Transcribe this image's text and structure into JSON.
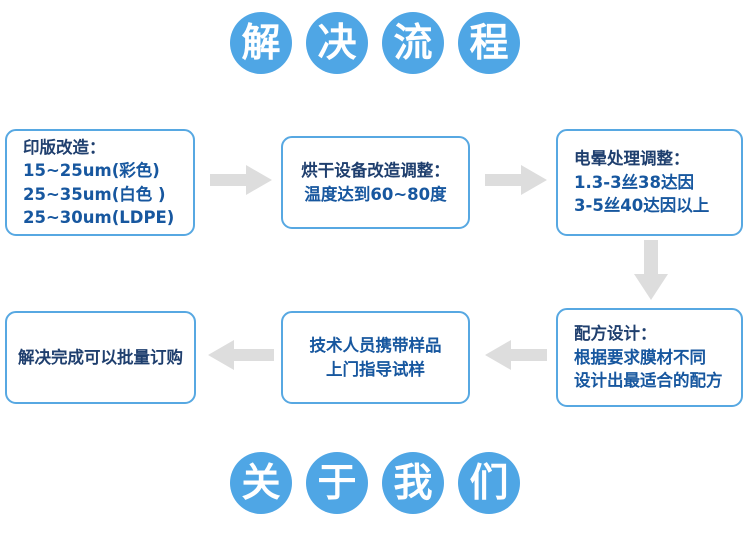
{
  "colors": {
    "accent_blue": "#4FA6E5",
    "box_border": "#57A8E2",
    "text_navy": "#1F3F6E",
    "text_blue": "#17579F",
    "arrow_gray": "#DDDDDD"
  },
  "header": {
    "title": "解决流程",
    "chars": [
      "解",
      "决",
      "流",
      "程"
    ]
  },
  "footer": {
    "title": "关于我们",
    "chars": [
      "关",
      "于",
      "我",
      "们"
    ]
  },
  "flow": {
    "boxes": [
      {
        "id": "box-1",
        "align": "left",
        "lines": [
          {
            "text": "印版改造：",
            "color": "navy"
          },
          {
            "text": "15~25um(彩色)",
            "color": "blue"
          },
          {
            "text": "25~35um(白色 )",
            "color": "blue"
          },
          {
            "text": "25~30um(LDPE)",
            "color": "blue"
          }
        ]
      },
      {
        "id": "box-2",
        "align": "center",
        "lines": [
          {
            "text": "烘干设备改造调整：",
            "color": "navy"
          },
          {
            "text": "温度达到60~80度",
            "color": "blue"
          }
        ]
      },
      {
        "id": "box-3",
        "align": "left",
        "lines": [
          {
            "text": "电晕处理调整：",
            "color": "navy"
          },
          {
            "text": "1.3-3丝38达因",
            "color": "blue"
          },
          {
            "text": "3-5丝40达因以上",
            "color": "blue"
          }
        ]
      },
      {
        "id": "box-4",
        "align": "left",
        "lines": [
          {
            "text": "配方设计：",
            "color": "navy"
          },
          {
            "text": "根据要求膜材不同",
            "color": "blue"
          },
          {
            "text": "设计出最适合的配方",
            "color": "blue"
          }
        ]
      },
      {
        "id": "box-5",
        "align": "center",
        "lines": [
          {
            "text": "技术人员携带样品",
            "color": "blue"
          },
          {
            "text": "上门指导试样",
            "color": "blue"
          }
        ]
      },
      {
        "id": "box-6",
        "align": "center",
        "lines": [
          {
            "text": "解决完成可以批量订购",
            "color": "navy"
          }
        ]
      }
    ],
    "arrows": [
      {
        "id": "arrow-1",
        "direction": "right",
        "from": "box-1",
        "to": "box-2"
      },
      {
        "id": "arrow-2",
        "direction": "right",
        "from": "box-2",
        "to": "box-3"
      },
      {
        "id": "arrow-3",
        "direction": "down",
        "from": "box-3",
        "to": "box-4"
      },
      {
        "id": "arrow-4",
        "direction": "left",
        "from": "box-4",
        "to": "box-5"
      },
      {
        "id": "arrow-5",
        "direction": "left",
        "from": "box-5",
        "to": "box-6"
      }
    ]
  }
}
